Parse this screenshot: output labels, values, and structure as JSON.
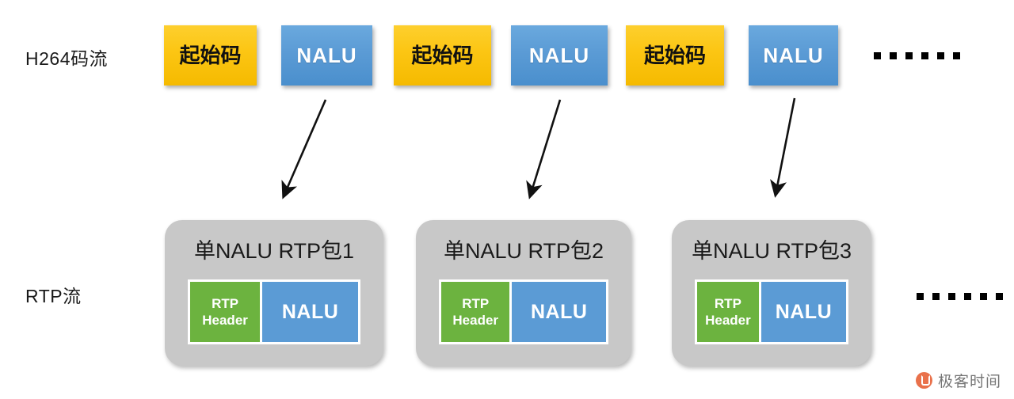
{
  "diagram": {
    "title": "H264 NALU to RTP packetization",
    "rows": [
      {
        "id": "h264",
        "label": "H264码流"
      },
      {
        "id": "rtp",
        "label": "RTP流"
      }
    ],
    "colors": {
      "start_code": "#fcc614",
      "nalu": "#5b9bd5",
      "rtp_header": "#6cb33f",
      "packet_container": "#c8c8c8",
      "arrow": "#1a1a1a",
      "watermark": "#e8663c"
    },
    "h264_stream": {
      "label": "H264码流",
      "blocks": [
        {
          "kind": "start-code",
          "label": "起始码"
        },
        {
          "kind": "nalu",
          "label": "NALU"
        },
        {
          "kind": "start-code",
          "label": "起始码"
        },
        {
          "kind": "nalu",
          "label": "NALU"
        },
        {
          "kind": "start-code",
          "label": "起始码"
        },
        {
          "kind": "nalu",
          "label": "NALU"
        }
      ],
      "continuation": "……",
      "dot_count": 6
    },
    "rtp_stream": {
      "label": "RTP流",
      "packets": [
        {
          "title": "单NALU RTP包1",
          "fields": [
            {
              "name": "rtp-header",
              "line1": "RTP",
              "line2": "Header"
            },
            {
              "name": "nalu-payload",
              "label": "NALU"
            }
          ]
        },
        {
          "title": "单NALU RTP包2",
          "fields": [
            {
              "name": "rtp-header",
              "line1": "RTP",
              "line2": "Header"
            },
            {
              "name": "nalu-payload",
              "label": "NALU"
            }
          ]
        },
        {
          "title": "单NALU RTP包3",
          "fields": [
            {
              "name": "rtp-header",
              "line1": "RTP",
              "line2": "Header"
            },
            {
              "name": "nalu-payload",
              "label": "NALU"
            }
          ]
        }
      ],
      "continuation": "……",
      "dot_count": 6
    },
    "arrows": [
      {
        "from": "nalu-1",
        "to": "rtp-packet-1"
      },
      {
        "from": "nalu-2",
        "to": "rtp-packet-2"
      },
      {
        "from": "nalu-3",
        "to": "rtp-packet-3"
      }
    ],
    "watermark": {
      "text": "极客时间"
    }
  }
}
